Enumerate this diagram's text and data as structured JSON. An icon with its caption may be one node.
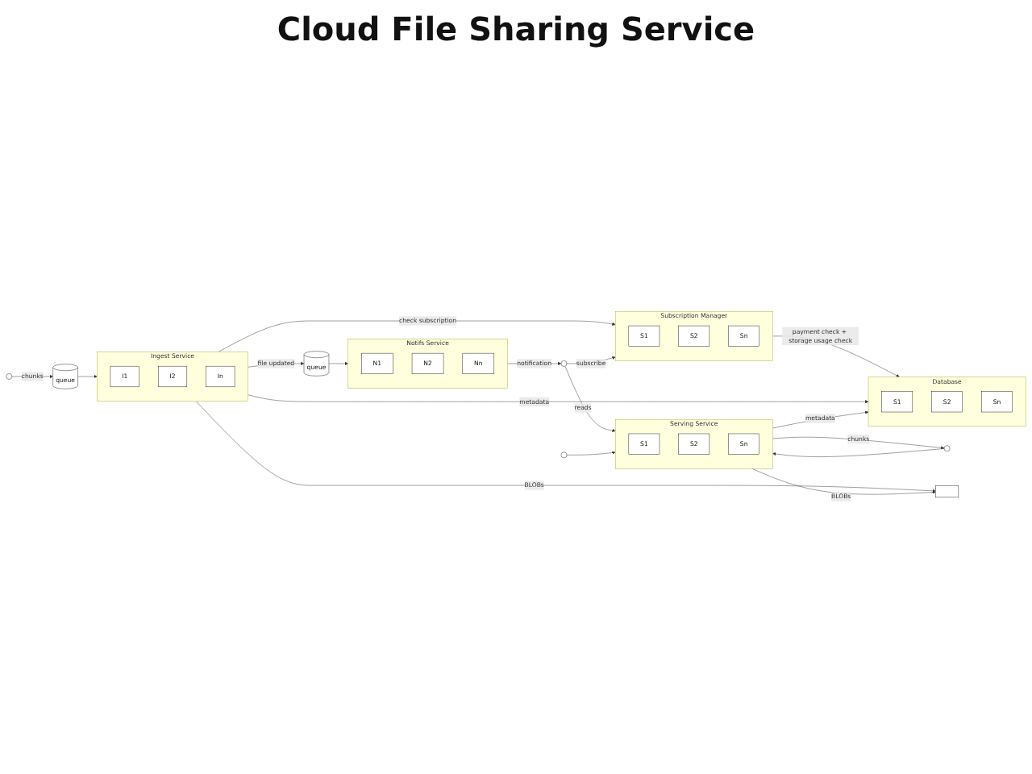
{
  "diagram": {
    "title": "Cloud File Sharing Service",
    "nodes": [
      {
        "text": [],
        "shape": "circle"
      },
      {
        "text": [
          "queue"
        ]
      },
      {
        "text": [
          "Ingest Service"
        ]
      },
      {
        "text": [
          "I1"
        ],
        "in": 2
      },
      {
        "text": [
          "I2"
        ],
        "in": 2
      },
      {
        "text": [
          "In"
        ],
        "in": 2
      },
      {
        "text": [
          "queue"
        ]
      },
      {
        "text": [
          "Subscription Manager"
        ]
      },
      {
        "text": [
          "S1"
        ],
        "in": 7
      },
      {
        "text": [
          "S2"
        ],
        "in": 7
      },
      {
        "text": [
          "Sn"
        ],
        "in": 7
      },
      {
        "text": [
          "Notifs Service"
        ]
      },
      {
        "text": [
          "N1"
        ],
        "in": 11
      },
      {
        "text": [
          "N2"
        ],
        "in": 11
      },
      {
        "text": [
          "Nn"
        ],
        "in": 11
      },
      {
        "text": [],
        "shape": "circle"
      },
      {
        "text": [],
        "shape": "circle"
      },
      {
        "text": [],
        "shape": "circle"
      },
      {
        "text": [
          "Serving Service"
        ]
      },
      {
        "text": [
          "S1"
        ],
        "in": 18
      },
      {
        "text": [
          "S2"
        ],
        "in": 18
      },
      {
        "text": [
          "Sn"
        ],
        "in": 18
      },
      {
        "text": [],
        "shape": "box"
      },
      {
        "text": [
          "Database"
        ]
      },
      {
        "text": [
          "S1"
        ],
        "in": 23
      },
      {
        "text": [
          "S2"
        ],
        "in": 23
      },
      {
        "text": [
          "Sn"
        ],
        "in": 23
      }
    ],
    "edges": [
      {
        "from": 0,
        "to": 1,
        "arrow": "to",
        "label": "chunks"
      },
      {
        "from": 1,
        "to": 2,
        "arrow": "to"
      },
      {
        "from": 2,
        "to": 6,
        "arrow": "to",
        "label": "file updated"
      },
      {
        "from": 2,
        "to": 7,
        "arrow": "to",
        "label": "check subscription"
      },
      {
        "from": 6,
        "to": 11,
        "arrow": "to"
      },
      {
        "from": 11,
        "to": 15,
        "arrow": "to",
        "label": "notification"
      },
      {
        "from": 15,
        "to": 7,
        "arrow": "to",
        "label": "subscribe"
      },
      {
        "from": 15,
        "to": 18,
        "arrow": "to",
        "label": "reads"
      },
      {
        "from": 16,
        "to": 18,
        "arrow": "to"
      },
      {
        "from": 17,
        "to": 18,
        "arrow": "to"
      },
      {
        "from": 18,
        "to": 17,
        "arrow": "to",
        "label": "chunks"
      },
      {
        "from": 7,
        "to": 23,
        "arrow": "to",
        "label": "payment check + storage usage check"
      },
      {
        "from": 2,
        "to": 22,
        "arrow": "to",
        "label": "BLOBs"
      },
      {
        "from": 2,
        "to": 23,
        "arrow": "to",
        "label": "metadata"
      },
      {
        "from": 18,
        "to": 22,
        "arrow": "to",
        "label": "BLOBs"
      },
      {
        "from": 18,
        "to": 23,
        "arrow": "to",
        "label": "metadata"
      }
    ]
  }
}
